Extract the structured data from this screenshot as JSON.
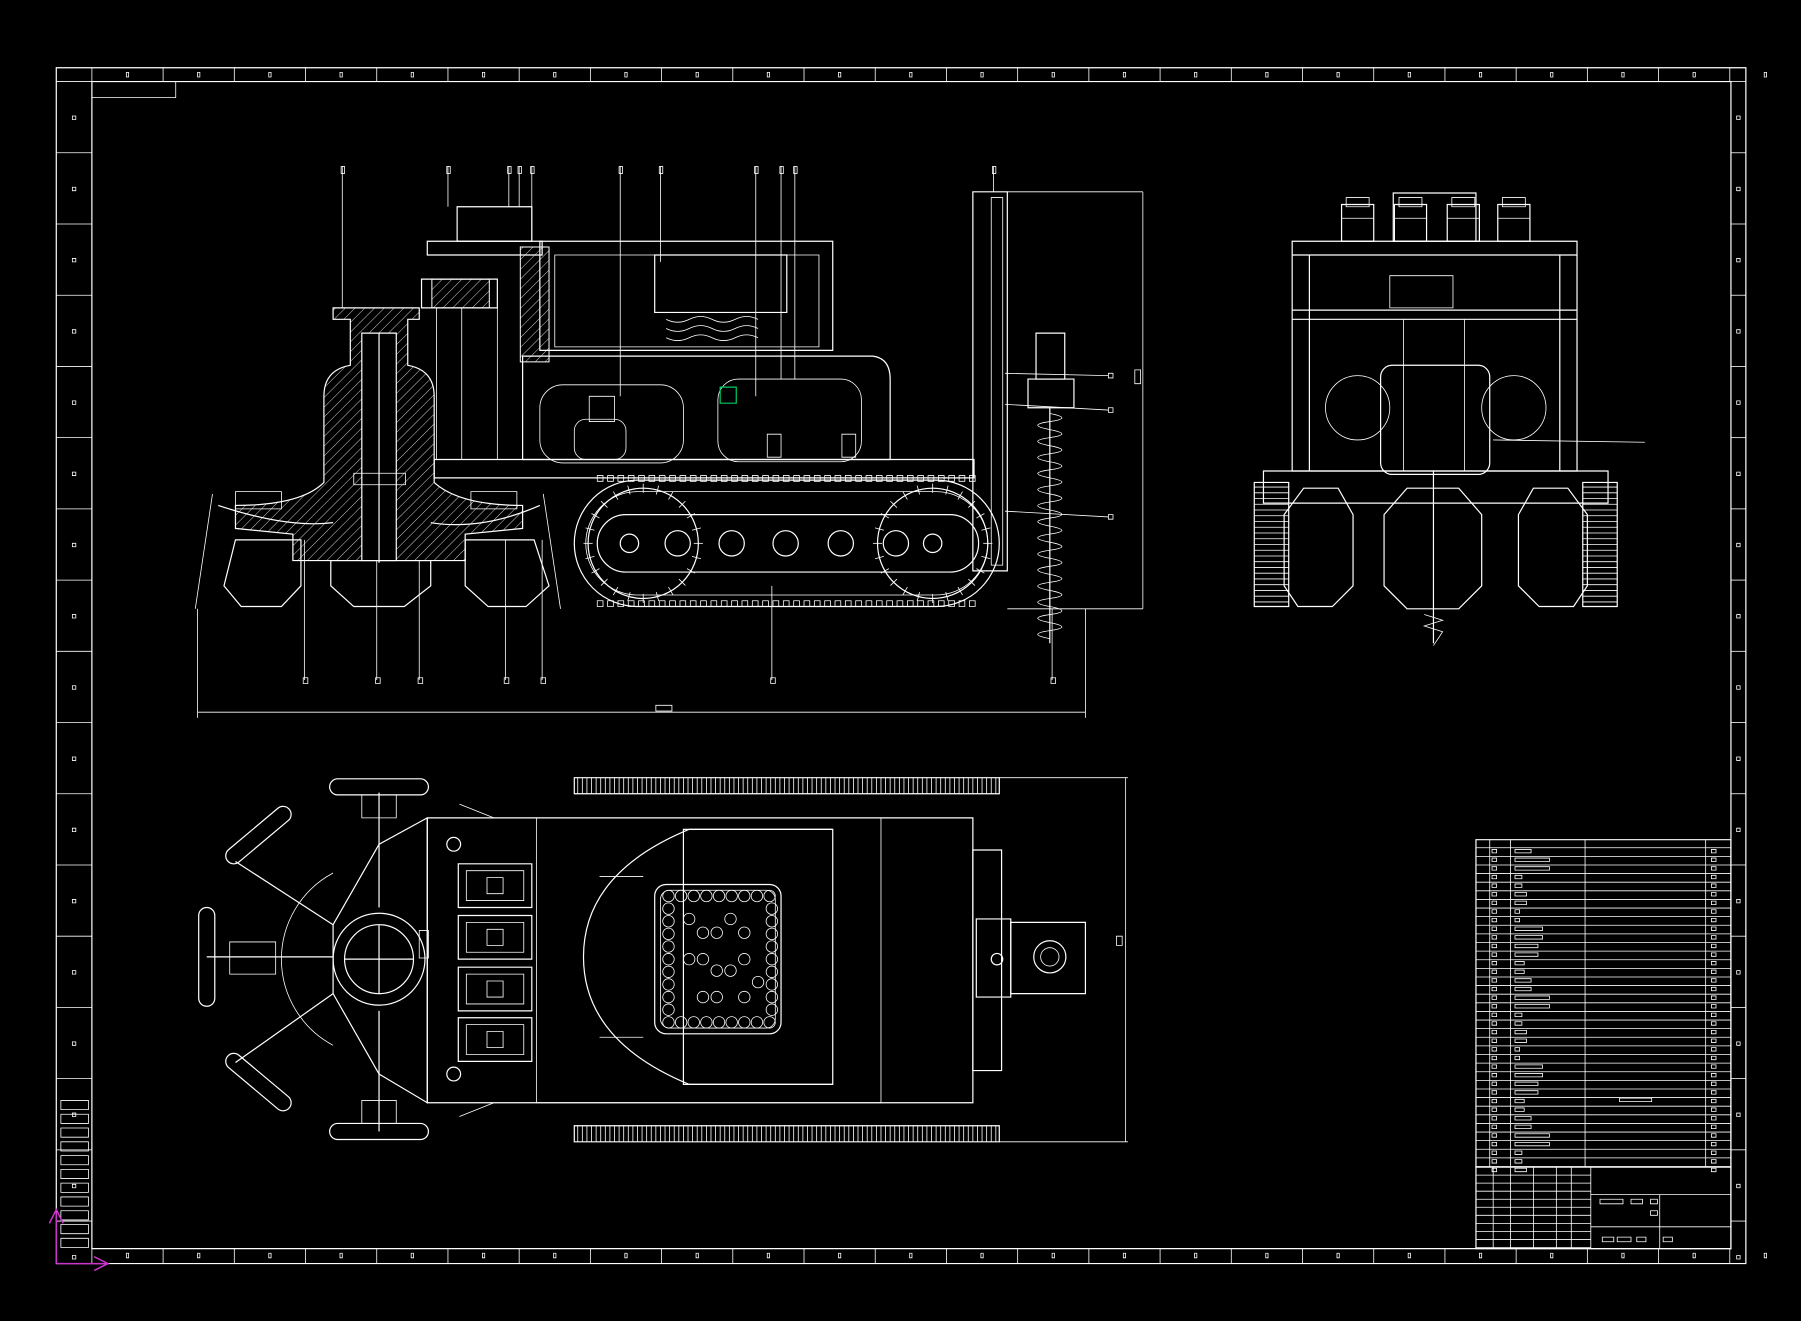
{
  "app": {
    "title": ""
  },
  "colors": {
    "canvas_background": "#000000",
    "line_color": "#ffffff",
    "ucs_icon_color": "#cc33cc",
    "selection_marker_color": "#00cc66"
  },
  "icons": {
    "ucs": "ucs-axis-icon",
    "selection": "selection-grip-icon"
  },
  "views": [
    "front-elevation-view",
    "side-elevation-view",
    "top-plan-view",
    "bill-of-materials",
    "title-block"
  ]
}
